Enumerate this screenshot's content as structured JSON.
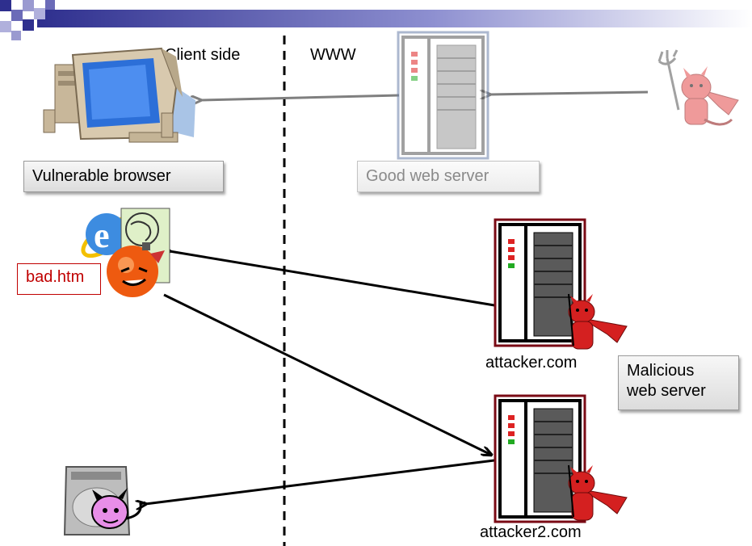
{
  "labels": {
    "client_side": "Client side",
    "www": "WWW",
    "vulnerable_browser": "Vulnerable browser",
    "good_web_server": "Good web server",
    "bad_htm": "bad.htm",
    "attacker_com": "attacker.com",
    "attacker2_com": "attacker2.com",
    "malicious_web_server_line1": "Malicious",
    "malicious_web_server_line2": "web server"
  },
  "colors": {
    "banner": "#2e2f8e",
    "arrow_gray": "#7f7f7f",
    "arrow_black": "#000000",
    "server_red": "#7a0a14",
    "devil_red": "#d42020",
    "bad_htm_red": "#c00000"
  },
  "icons": [
    "computer-monitor-icon",
    "server-icon",
    "devil-icon",
    "internet-explorer-icon",
    "bomb-devil-icon",
    "hard-drive-devil-icon"
  ]
}
